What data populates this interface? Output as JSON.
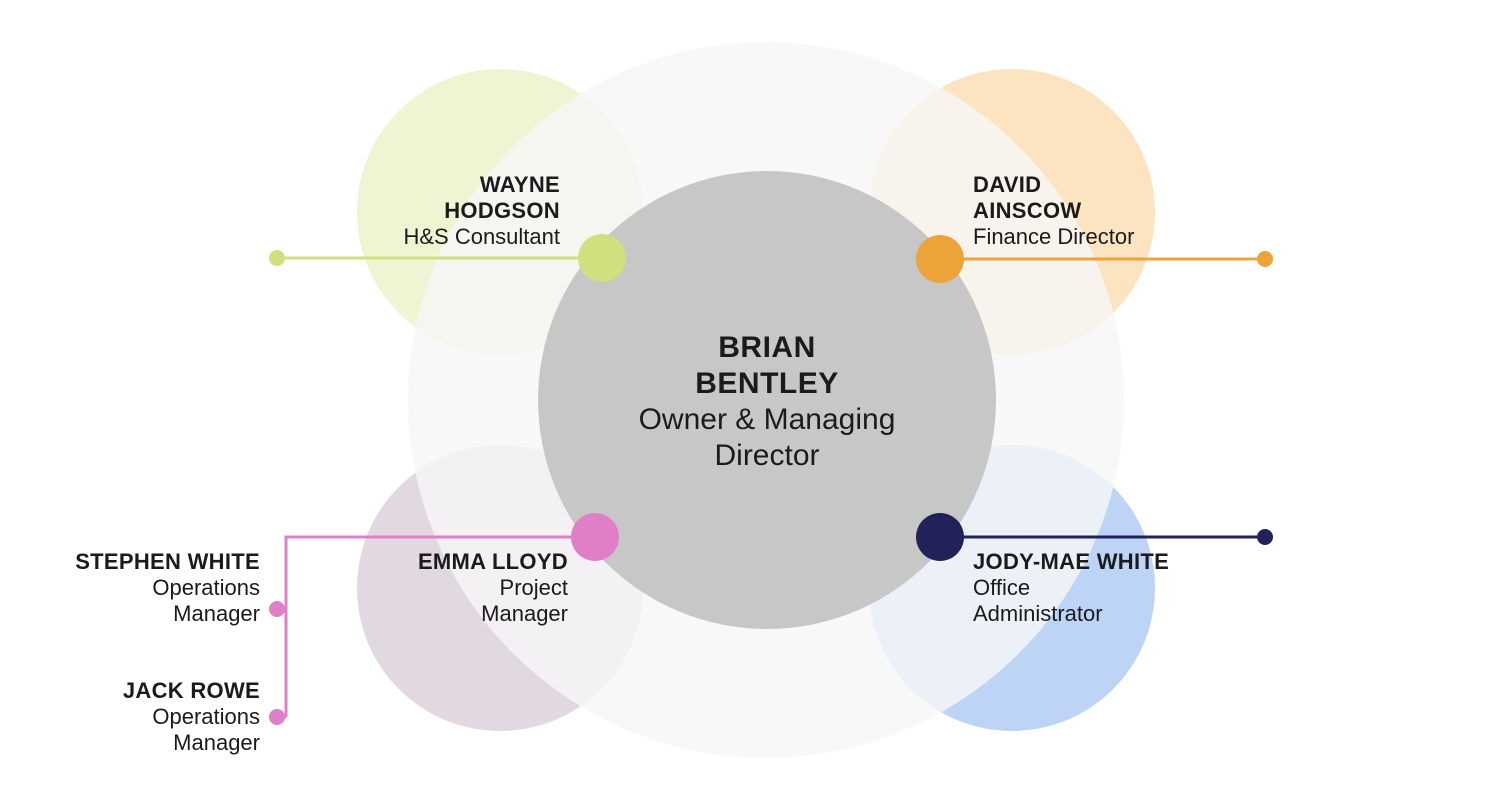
{
  "center": {
    "name_line1": "BRIAN",
    "name_line2": "BENTLEY",
    "role_line1": "Owner & Managing",
    "role_line2": "Director"
  },
  "people": {
    "wayne": {
      "name_line1": "WAYNE",
      "name_line2": "HODGSON",
      "role": "H&S Consultant",
      "color": "#cfe07e",
      "bubble_color": "#eef5d3"
    },
    "david": {
      "name_line1": "DAVID",
      "name_line2": "AINSCOW",
      "role": "Finance Director",
      "color": "#eca43a",
      "bubble_color": "#fde4c0"
    },
    "emma": {
      "name": "EMMA LLOYD",
      "role_line1": "Project",
      "role_line2": "Manager",
      "color": "#e07fc8",
      "bubble_color": "#e2d8e2"
    },
    "jody": {
      "name": "JODY-MAE WHITE",
      "role_line1": "Office",
      "role_line2": "Administrator",
      "color": "#23215a",
      "bubble_color": "#bdd4f6"
    },
    "stephen": {
      "name": "STEPHEN WHITE",
      "role_line1": "Operations",
      "role_line2": "Manager",
      "color": "#e07fc8"
    },
    "jack": {
      "name": "JACK ROWE",
      "role_line1": "Operations",
      "role_line2": "Manager",
      "color": "#e07fc8"
    }
  },
  "colors": {
    "center_circle": "#c7c7c7",
    "big_halo": "#f5f5f5"
  }
}
